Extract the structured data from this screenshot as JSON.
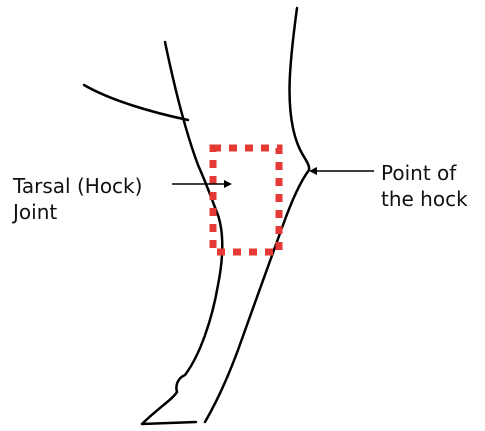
{
  "labels": {
    "tarsal_line1": "Tarsal (Hock)",
    "tarsal_line2": "Joint",
    "point_line1": "Point of",
    "point_line2": "the hock"
  },
  "colors": {
    "outline": "#000000",
    "highlight_box": "#e53935",
    "text": "#111111",
    "background": "#ffffff"
  }
}
